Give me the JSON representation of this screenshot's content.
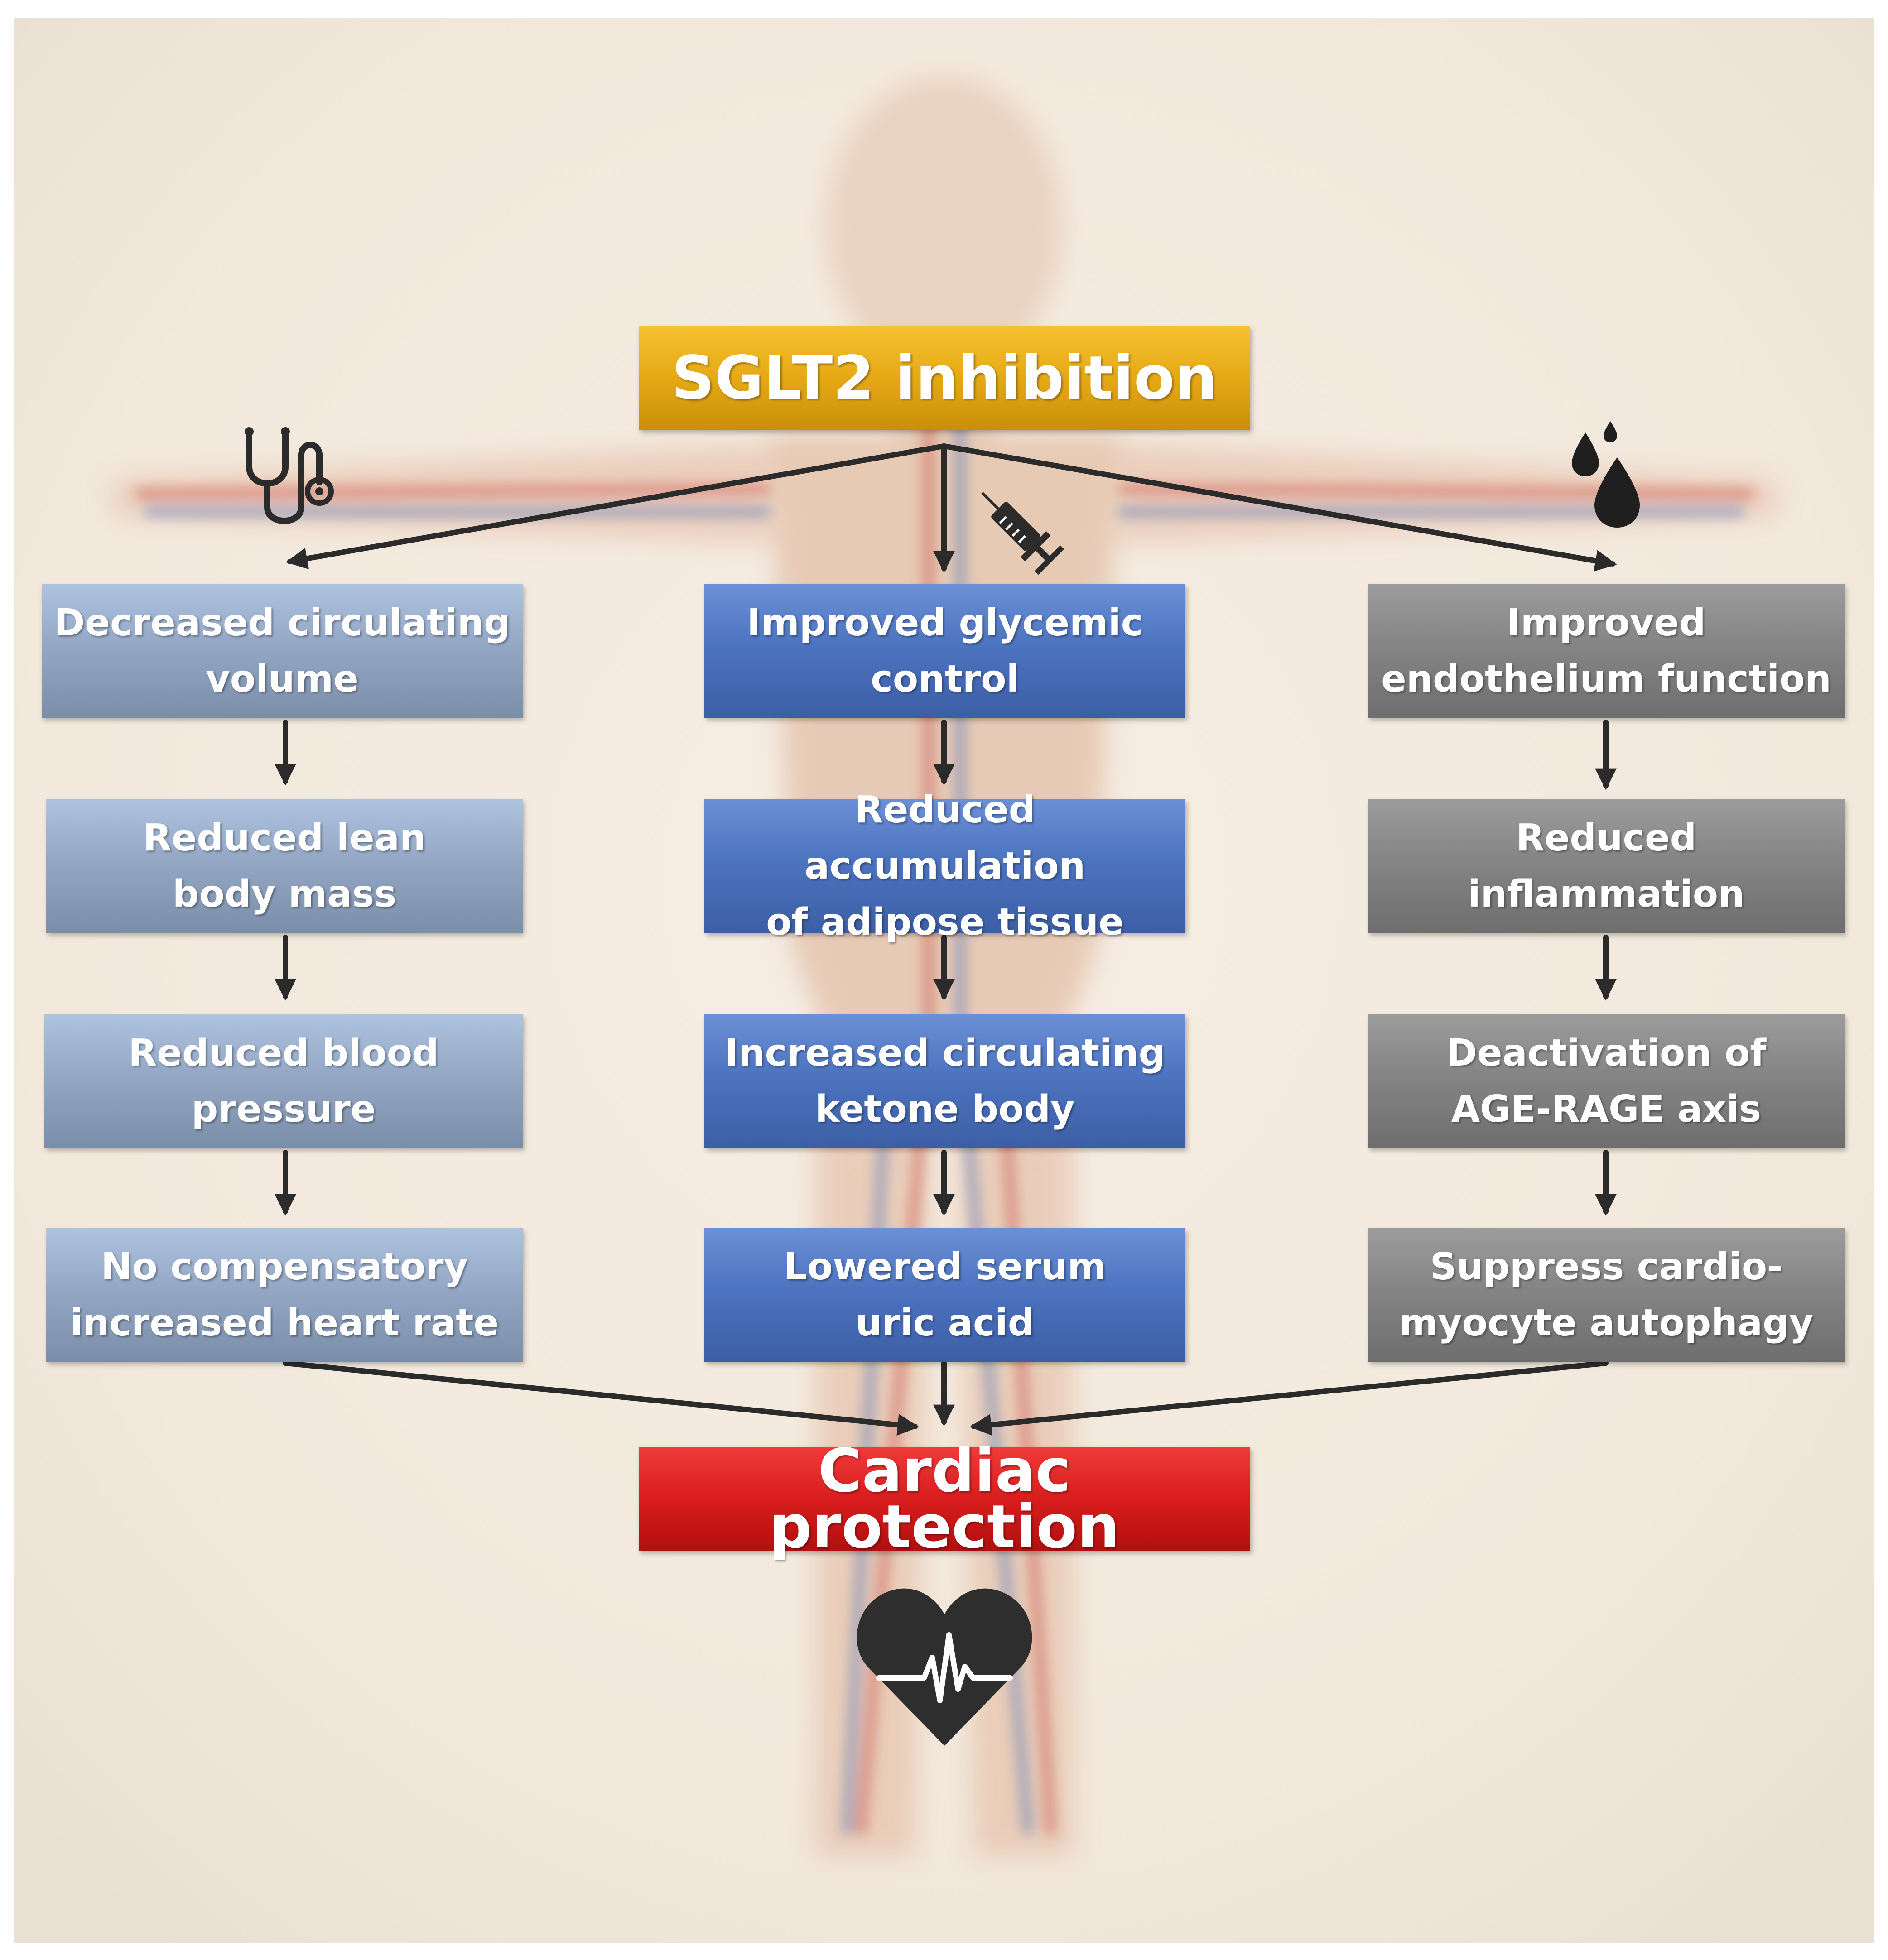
{
  "top": {
    "label": "SGLT2 inhibition"
  },
  "bottom": {
    "label": "Cardiac protection"
  },
  "columns": [
    {
      "icon": "stethoscope-icon",
      "color": "#94a8c6",
      "boxes": [
        "Decreased circulating\nvolume",
        "Reduced lean\nbody mass",
        "Reduced blood\npressure",
        "No compensatory\nincreased heart rate"
      ]
    },
    {
      "icon": "syringe-icon",
      "color": "#4d74c0",
      "boxes": [
        "Improved glycemic\ncontrol",
        "Reduced accumulation\nof adipose tissue",
        "Increased circulating\nketone body",
        "Lowered serum\nuric acid"
      ]
    },
    {
      "icon": "blood-drops-icon",
      "color": "#858585",
      "boxes": [
        "Improved\nendothelium function",
        "Reduced\ninflammation",
        "Deactivation of\nAGE-RAGE axis",
        "Suppress cardio-\nmyocyte autophagy"
      ]
    }
  ],
  "heart_icon": "heartbeat-icon",
  "colors": {
    "top": "#e6a915",
    "bottom": "#d91d1d",
    "arrow": "#2b2b2b"
  }
}
